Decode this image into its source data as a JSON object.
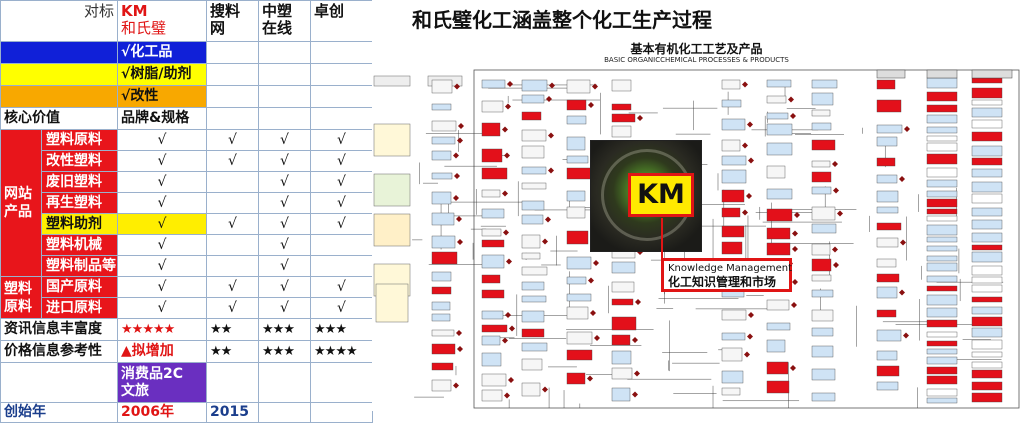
{
  "table": {
    "header": {
      "label": "对标",
      "km_line1": "KM",
      "km_line2": "和氏璧",
      "c2": "搜料\n网",
      "c3": "中塑\n在线",
      "c4": "卓创"
    },
    "banner_rows": [
      {
        "text": "√化工品",
        "color": "#1020d8"
      },
      {
        "text": "√树脂/助剂",
        "color": "#ffff00"
      },
      {
        "text": "√改性",
        "color": "#f8a800"
      }
    ],
    "core_value": {
      "label": "核心价值",
      "value": "品牌&规格"
    },
    "group1_label": "网站\n产品",
    "group2_label": "塑料\n原料",
    "product_rows": [
      {
        "name": "塑料原料",
        "km": "√",
        "c2": "√",
        "c3": "√",
        "c4": "√"
      },
      {
        "name": "改性塑料",
        "km": "√",
        "c2": "√",
        "c3": "√",
        "c4": "√"
      },
      {
        "name": "废旧塑料",
        "km": "√",
        "c2": "",
        "c3": "√",
        "c4": "√"
      },
      {
        "name": "再生塑料",
        "km": "√",
        "c2": "",
        "c3": "√",
        "c4": "√"
      },
      {
        "name": "塑料助剂",
        "km": "√",
        "c2": "√",
        "c3": "√",
        "c4": "√",
        "highlight": true
      },
      {
        "name": "塑料机械",
        "km": "√",
        "c2": "",
        "c3": "√",
        "c4": ""
      },
      {
        "name": "塑料制品等",
        "km": "√",
        "c2": "",
        "c3": "√",
        "c4": ""
      }
    ],
    "raw_rows": [
      {
        "name": "国产原料",
        "km": "√",
        "c2": "√",
        "c3": "√",
        "c4": "√"
      },
      {
        "name": "进口原料",
        "km": "√",
        "c2": "√",
        "c3": "√",
        "c4": "√"
      }
    ],
    "info_row": {
      "label": "资讯信息丰富度",
      "km": "★★★★★",
      "c2": "★★",
      "c3": "★★★",
      "c4": "★★★"
    },
    "price_row": {
      "label": "价格信息参考性",
      "km": "▲拟增加",
      "c2": "★★",
      "c3": "★★★",
      "c4": "★★★★"
    },
    "consumer_row": {
      "text": "消费品2C\n文旅"
    },
    "start_row": {
      "label": "创始年",
      "km": "2006年",
      "c2": "2015",
      "c3": "",
      "c4": ""
    }
  },
  "diagram": {
    "title": "和氏璧化工涵盖整个化工生产过程",
    "subtitle": "基本有机化工工艺及产品",
    "subtitle_en": "BASIC ORGANICCHEMICAL PROCESSES & PRODUCTS",
    "km_badge": "KM",
    "km_label_en": "Knowledge Management",
    "km_label_cn": "化工知识管理和市场",
    "colors": {
      "red": "#e01515",
      "yellow": "#ffea00",
      "node_blue": "#cfe3f5",
      "node_red": "#e3101a"
    }
  }
}
